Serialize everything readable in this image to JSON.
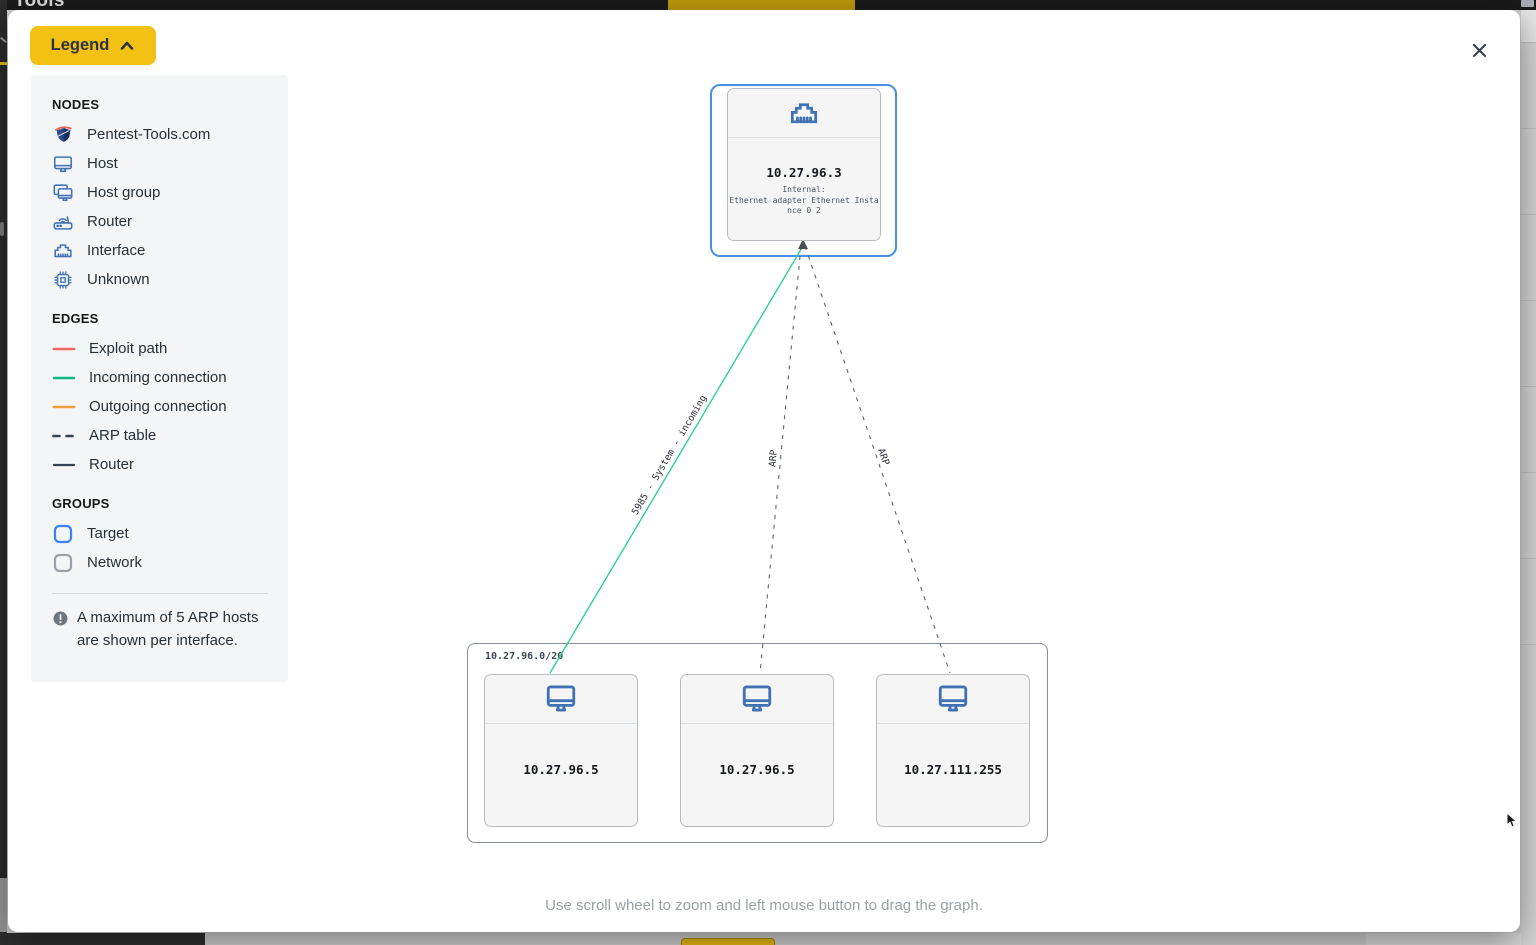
{
  "topbar": {
    "title": "Tools"
  },
  "modal": {
    "legend_button_label": "Legend",
    "hint": "Use scroll wheel to zoom and left mouse button to drag the graph."
  },
  "legend": {
    "nodes_title": "NODES",
    "nodes": [
      {
        "icon": "pentest-tools-logo-icon",
        "label": "Pentest-Tools.com"
      },
      {
        "icon": "host-icon",
        "label": "Host"
      },
      {
        "icon": "host-group-icon",
        "label": "Host group"
      },
      {
        "icon": "router-icon",
        "label": "Router"
      },
      {
        "icon": "interface-icon",
        "label": "Interface"
      },
      {
        "icon": "unknown-icon",
        "label": "Unknown"
      }
    ],
    "edges_title": "EDGES",
    "edges": [
      {
        "label": "Exploit path",
        "color": "#F4635C",
        "style": "solid"
      },
      {
        "label": "Incoming connection",
        "color": "#10B981",
        "style": "solid"
      },
      {
        "label": "Outgoing connection",
        "color": "#F59E3B",
        "style": "solid"
      },
      {
        "label": "ARP table",
        "color": "#374151",
        "style": "dashed"
      },
      {
        "label": "Router",
        "color": "#374151",
        "style": "solid"
      }
    ],
    "groups_title": "GROUPS",
    "groups": [
      {
        "label": "Target",
        "color": "#3B82F6"
      },
      {
        "label": "Network",
        "color": "#9AA1A9"
      }
    ],
    "note_line1": "A maximum of 5 ARP hosts",
    "note_line2": "are shown per interface."
  },
  "graph": {
    "interface_node": {
      "ip": "10.27.96.3",
      "detail_lines": [
        "Internal:",
        "Ethernet adapter Ethernet Insta",
        "nce 0 2"
      ]
    },
    "network_group_label": "10.27.96.0/20",
    "hosts": [
      {
        "ip": "10.27.96.5"
      },
      {
        "ip": "10.27.96.5"
      },
      {
        "ip": "10.27.111.255"
      }
    ],
    "edges": [
      {
        "type": "incoming-connection",
        "label": "5985 - System - incoming",
        "color": "#2FCF95"
      },
      {
        "type": "arp-table",
        "label": "ARP",
        "color": "#5A6470"
      },
      {
        "type": "arp-table",
        "label": "ARP",
        "color": "#5A6470"
      }
    ]
  },
  "colors": {
    "accent_yellow": "#F2C114",
    "node_blue": "#4173B4",
    "target_border_blue": "#4A8FE2",
    "exploit_red": "#F4635C",
    "incoming_green": "#10B981",
    "outgoing_orange": "#F59E3B",
    "edge_dark": "#374151",
    "topbar_dark": "#1A1A1A"
  }
}
